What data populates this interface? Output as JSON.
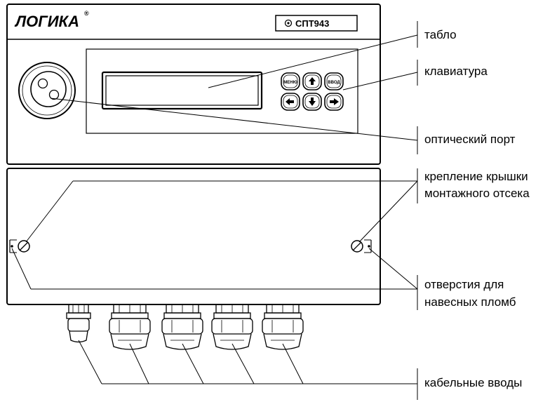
{
  "device": {
    "brand": "ЛОГИКА",
    "registered_mark": "®",
    "model": "СПТ943"
  },
  "keypad": {
    "menu": "МЕНЮ",
    "enter": "ВВОД"
  },
  "labels": {
    "display": "табло",
    "keyboard": "клавиатура",
    "optical_port": "оптический порт",
    "cover_mount_line1": "крепление крышки",
    "cover_mount_line2": "монтажного отсека",
    "seal_holes_line1": "отверстия для",
    "seal_holes_line2": "навесных пломб",
    "cable_entries": "кабельные вводы"
  }
}
